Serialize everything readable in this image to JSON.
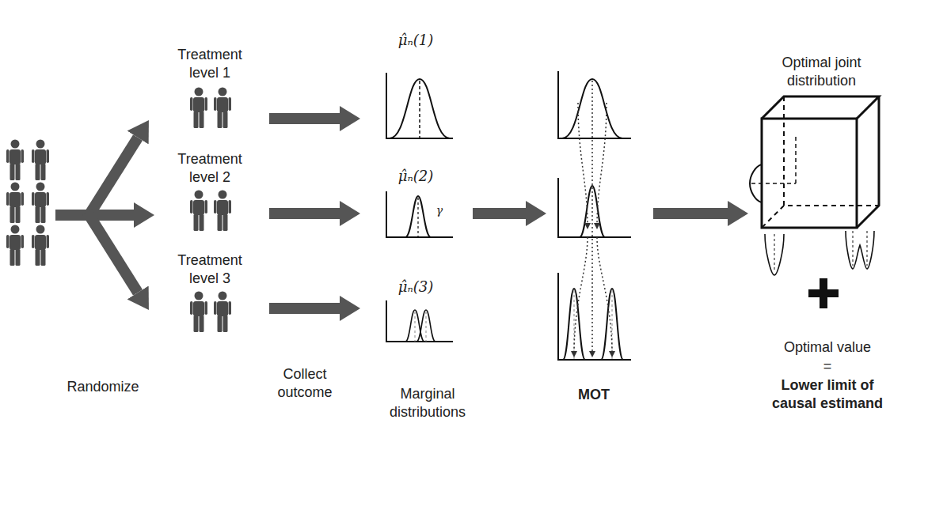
{
  "diagram": {
    "nodes": [
      {
        "text": [
          "Treatment level 1"
        ]
      },
      {
        "text": [
          "Treatment level 2"
        ]
      },
      {
        "text": [
          "Treatment level 3"
        ]
      },
      {
        "text": [
          "μ̂ₙ(1)"
        ]
      },
      {
        "text": [
          "μ̂ₙ(2)"
        ]
      },
      {
        "text": [
          "μ̂ₙ(3)"
        ]
      },
      {
        "text": [
          "MOT"
        ]
      },
      {
        "text": [
          "Optimal joint distribution"
        ]
      }
    ],
    "edges": [
      {
        "from": 0,
        "to": 3,
        "arrow": "to"
      },
      {
        "from": 1,
        "to": 4,
        "arrow": "to"
      },
      {
        "from": 2,
        "to": 5,
        "arrow": "to"
      },
      {
        "from": 4,
        "to": 6,
        "arrow": "to"
      },
      {
        "from": 6,
        "to": 7,
        "arrow": "to"
      }
    ],
    "labels": [
      "Randomize",
      "Collect outcome",
      "Marginal distributions",
      "γ",
      "Optimal value",
      "=",
      "Lower limit of causal estimand"
    ]
  }
}
